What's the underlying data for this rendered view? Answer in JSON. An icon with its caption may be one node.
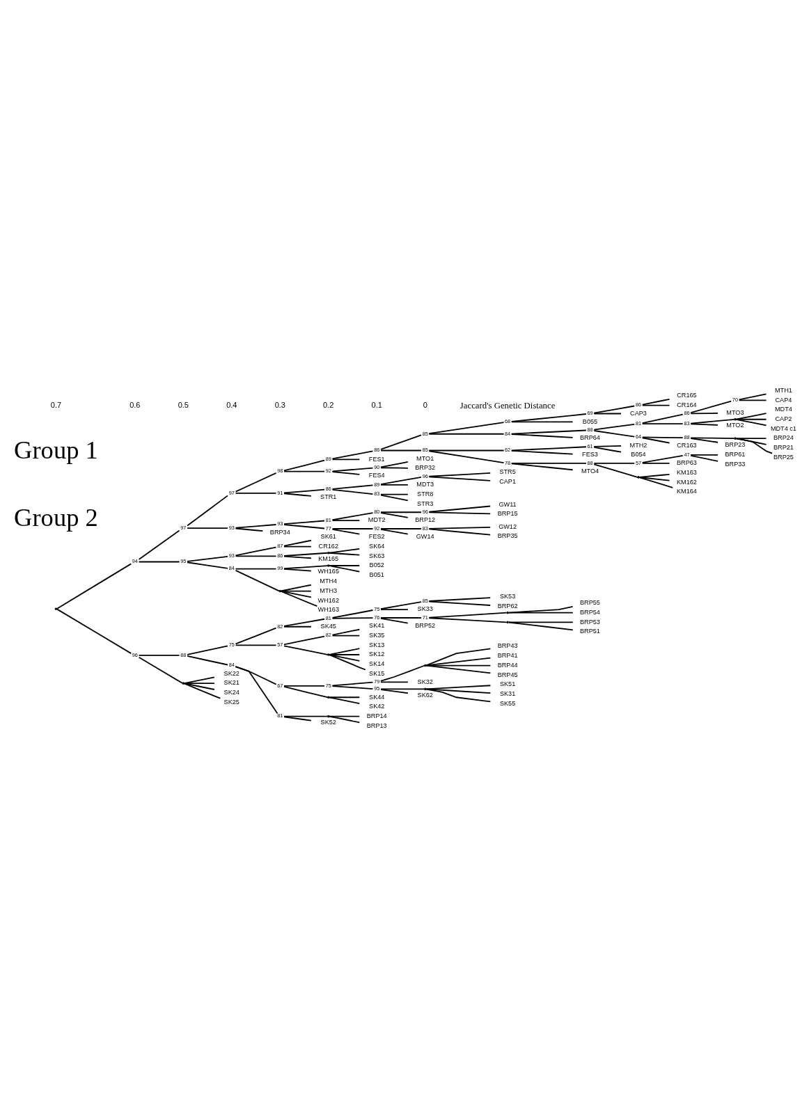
{
  "diagram": {
    "nodes": [
      {
        "text": [],
        "shape": "point"
      },
      {
        "text": [],
        "shape": "point",
        "beside": [
          "94"
        ]
      },
      {
        "text": [],
        "shape": "point",
        "beside": [
          "97"
        ]
      },
      {
        "text": [],
        "shape": "point",
        "beside": [
          "97"
        ]
      },
      {
        "text": [],
        "shape": "point",
        "beside": [
          "98"
        ]
      },
      {
        "text": [],
        "shape": "point",
        "beside": [
          "89"
        ]
      },
      {
        "text": [],
        "shape": "point",
        "beside": [
          "86"
        ]
      },
      {
        "text": [],
        "shape": "point",
        "beside": [
          "85"
        ]
      },
      {
        "text": [],
        "shape": "point",
        "beside": [
          "68"
        ]
      },
      {
        "text": [],
        "shape": "point",
        "beside": [
          "69"
        ]
      },
      {
        "text": [],
        "shape": "point",
        "beside": [
          "86"
        ]
      },
      {
        "text": [
          "CR165"
        ]
      },
      {
        "text": [
          "CR164"
        ]
      },
      {
        "text": [
          "CAP3"
        ]
      },
      {
        "text": [
          "B055"
        ]
      },
      {
        "text": [],
        "shape": "point",
        "beside": [
          "84"
        ]
      },
      {
        "text": [],
        "shape": "point",
        "beside": [
          "88"
        ]
      },
      {
        "text": [],
        "shape": "point",
        "beside": [
          "81"
        ]
      },
      {
        "text": [],
        "shape": "point",
        "beside": [
          "86"
        ]
      },
      {
        "text": [],
        "shape": "point",
        "beside": [
          "70"
        ]
      },
      {
        "text": [
          "MTH1"
        ]
      },
      {
        "text": [
          "CAP4"
        ]
      },
      {
        "text": [
          "MTO3"
        ]
      },
      {
        "text": [],
        "shape": "point",
        "beside": [
          "83"
        ]
      },
      {
        "text": [],
        "shape": "point"
      },
      {
        "text": [
          "MDT4"
        ]
      },
      {
        "text": [
          "CAP2"
        ]
      },
      {
        "text": [
          "MDT4 c1"
        ]
      },
      {
        "text": [
          "MTO2"
        ]
      },
      {
        "text": [],
        "shape": "point",
        "beside": [
          "64"
        ]
      },
      {
        "text": [],
        "shape": "point",
        "beside": [
          "88"
        ]
      },
      {
        "text": [],
        "shape": "point"
      },
      {
        "text": [
          "BRP24"
        ]
      },
      {
        "text": [
          "BRP21"
        ]
      },
      {
        "text": [
          "BRP25"
        ]
      },
      {
        "text": [
          "BRP23"
        ]
      },
      {
        "text": [
          "CR163"
        ]
      },
      {
        "text": [
          "BRP64"
        ]
      },
      {
        "text": [],
        "shape": "point",
        "beside": [
          "85"
        ]
      },
      {
        "text": [],
        "shape": "point",
        "beside": [
          "62"
        ]
      },
      {
        "text": [],
        "shape": "point",
        "beside": [
          "61"
        ]
      },
      {
        "text": [
          "MTH2"
        ]
      },
      {
        "text": [
          "B054"
        ]
      },
      {
        "text": [
          "FES3"
        ]
      },
      {
        "text": [],
        "shape": "point",
        "beside": [
          "78"
        ]
      },
      {
        "text": [],
        "shape": "point",
        "beside": [
          "88"
        ]
      },
      {
        "text": [],
        "shape": "point",
        "beside": [
          "57"
        ]
      },
      {
        "text": [],
        "shape": "point",
        "beside": [
          "47"
        ]
      },
      {
        "text": [
          "BRP61"
        ]
      },
      {
        "text": [
          "BRP33"
        ]
      },
      {
        "text": [
          "BRP63"
        ]
      },
      {
        "text": [],
        "shape": "point"
      },
      {
        "text": [
          "KM163"
        ]
      },
      {
        "text": [
          "KM162"
        ]
      },
      {
        "text": [
          "KM164"
        ]
      },
      {
        "text": [
          "MTO4"
        ]
      },
      {
        "text": [
          "FES1"
        ]
      },
      {
        "text": [],
        "shape": "point",
        "beside": [
          "92"
        ]
      },
      {
        "text": [],
        "shape": "point",
        "beside": [
          "90"
        ]
      },
      {
        "text": [
          "MTO1"
        ]
      },
      {
        "text": [
          "BRP32"
        ]
      },
      {
        "text": [
          "FES4"
        ]
      },
      {
        "text": [],
        "shape": "point",
        "beside": [
          "91"
        ]
      },
      {
        "text": [],
        "shape": "point",
        "beside": [
          "86"
        ]
      },
      {
        "text": [],
        "shape": "point",
        "beside": [
          "89"
        ]
      },
      {
        "text": [],
        "shape": "point",
        "beside": [
          "96"
        ]
      },
      {
        "text": [
          "STR5"
        ]
      },
      {
        "text": [
          "CAP1"
        ]
      },
      {
        "text": [
          "MDT3"
        ]
      },
      {
        "text": [],
        "shape": "point",
        "beside": [
          "83"
        ]
      },
      {
        "text": [
          "STR8"
        ]
      },
      {
        "text": [
          "STR3"
        ]
      },
      {
        "text": [
          "STR1"
        ]
      },
      {
        "text": [],
        "shape": "point",
        "beside": [
          "93"
        ]
      },
      {
        "text": [],
        "shape": "point",
        "beside": [
          "93"
        ]
      },
      {
        "text": [],
        "shape": "point",
        "beside": [
          "81"
        ]
      },
      {
        "text": [],
        "shape": "point",
        "beside": [
          "80"
        ]
      },
      {
        "text": [],
        "shape": "point",
        "beside": [
          "96"
        ]
      },
      {
        "text": [
          "GW11"
        ]
      },
      {
        "text": [
          "BRP15"
        ]
      },
      {
        "text": [
          "BRP12"
        ]
      },
      {
        "text": [
          "MDT2"
        ]
      },
      {
        "text": [],
        "shape": "point",
        "beside": [
          "77"
        ]
      },
      {
        "text": [],
        "shape": "point",
        "beside": [
          "92"
        ]
      },
      {
        "text": [],
        "shape": "point",
        "beside": [
          "83"
        ]
      },
      {
        "text": [
          "GW12"
        ]
      },
      {
        "text": [
          "BRP35"
        ]
      },
      {
        "text": [
          "GW14"
        ]
      },
      {
        "text": [
          "FES2"
        ]
      },
      {
        "text": [
          "BRP34"
        ]
      },
      {
        "text": [],
        "shape": "point",
        "beside": [
          "95"
        ]
      },
      {
        "text": [],
        "shape": "point",
        "beside": [
          "93"
        ]
      },
      {
        "text": [],
        "shape": "point",
        "beside": [
          "87"
        ]
      },
      {
        "text": [
          "SK61"
        ]
      },
      {
        "text": [
          "CR162"
        ]
      },
      {
        "text": [],
        "shape": "point",
        "beside": [
          "86"
        ]
      },
      {
        "text": [],
        "shape": "point"
      },
      {
        "text": [
          "SK64"
        ]
      },
      {
        "text": [
          "SK63"
        ]
      },
      {
        "text": [
          "KM165"
        ]
      },
      {
        "text": [],
        "shape": "point",
        "beside": [
          "84"
        ]
      },
      {
        "text": [],
        "shape": "point",
        "beside": [
          "99"
        ]
      },
      {
        "text": [],
        "shape": "point"
      },
      {
        "text": [
          "B052"
        ]
      },
      {
        "text": [
          "B051"
        ]
      },
      {
        "text": [
          "WH165"
        ]
      },
      {
        "text": [],
        "shape": "point"
      },
      {
        "text": [
          "MTH4"
        ]
      },
      {
        "text": [
          "MTH3"
        ]
      },
      {
        "text": [
          "WH162"
        ]
      },
      {
        "text": [
          "WH163"
        ]
      },
      {
        "text": [],
        "shape": "point",
        "beside": [
          "96"
        ]
      },
      {
        "text": [],
        "shape": "point",
        "beside": [
          "88"
        ]
      },
      {
        "text": [],
        "shape": "point",
        "beside": [
          "75"
        ]
      },
      {
        "text": [],
        "shape": "point",
        "beside": [
          "82"
        ]
      },
      {
        "text": [],
        "shape": "point",
        "beside": [
          "81"
        ]
      },
      {
        "text": [],
        "shape": "point",
        "beside": [
          "75"
        ]
      },
      {
        "text": [],
        "shape": "point",
        "beside": [
          "85"
        ]
      },
      {
        "text": [
          "SK53"
        ]
      },
      {
        "text": [
          "BRP62"
        ]
      },
      {
        "text": [
          "SK33"
        ]
      },
      {
        "text": [],
        "shape": "point",
        "beside": [
          "76"
        ]
      },
      {
        "text": [],
        "shape": "point",
        "beside": [
          "71"
        ]
      },
      {
        "text": [],
        "shape": "point"
      },
      {
        "text": [
          "BRP55"
        ]
      },
      {
        "text": [
          "BRP54"
        ]
      },
      {
        "text": [],
        "shape": "point"
      },
      {
        "text": [
          "BRP53"
        ]
      },
      {
        "text": [
          "BRP51"
        ]
      },
      {
        "text": [
          "BRP52"
        ]
      },
      {
        "text": [
          "SK45"
        ]
      },
      {
        "text": [],
        "shape": "point",
        "beside": [
          "57"
        ]
      },
      {
        "text": [],
        "shape": "point",
        "beside": [
          "82"
        ]
      },
      {
        "text": [
          "SK41"
        ]
      },
      {
        "text": [
          "SK35"
        ]
      },
      {
        "text": [],
        "shape": "point"
      },
      {
        "text": [
          "SK13"
        ]
      },
      {
        "text": [
          "SK12"
        ]
      },
      {
        "text": [
          "SK14"
        ]
      },
      {
        "text": [
          "SK15"
        ]
      },
      {
        "text": [],
        "shape": "point",
        "beside": [
          "84"
        ]
      },
      {
        "text": [],
        "shape": "point",
        "beside": [
          "67"
        ]
      },
      {
        "text": [],
        "shape": "point",
        "beside": [
          "75"
        ]
      },
      {
        "text": [],
        "shape": "point",
        "beside": [
          "79"
        ]
      },
      {
        "text": [],
        "shape": "point"
      },
      {
        "text": [
          "BRP43"
        ]
      },
      {
        "text": [
          "BRP41"
        ]
      },
      {
        "text": [
          "BRP44"
        ]
      },
      {
        "text": [
          "BRP45"
        ]
      },
      {
        "text": [
          "SK32"
        ]
      },
      {
        "text": [],
        "shape": "point",
        "beside": [
          "95"
        ]
      },
      {
        "text": [],
        "shape": "point"
      },
      {
        "text": [
          "SK51"
        ]
      },
      {
        "text": [
          "SK31"
        ]
      },
      {
        "text": [
          "SK55"
        ]
      },
      {
        "text": [
          "SK62"
        ]
      },
      {
        "text": [],
        "shape": "point"
      },
      {
        "text": [
          "SK44"
        ]
      },
      {
        "text": [
          "SK42"
        ]
      },
      {
        "text": [],
        "shape": "point",
        "beside": [
          "81"
        ]
      },
      {
        "text": [],
        "shape": "point"
      },
      {
        "text": [
          "BRP14"
        ]
      },
      {
        "text": [
          "BRP13"
        ]
      },
      {
        "text": [
          "SK52"
        ]
      },
      {
        "text": [],
        "shape": "point"
      },
      {
        "text": [
          "SK22"
        ]
      },
      {
        "text": [
          "SK21"
        ]
      },
      {
        "text": [
          "SK24"
        ]
      },
      {
        "text": [
          "SK25"
        ]
      }
    ],
    "edges": [
      {
        "from": 0,
        "to": 1,
        "arrow": "none"
      },
      {
        "from": 1,
        "to": 2,
        "arrow": "none"
      },
      {
        "from": 2,
        "to": 3,
        "arrow": "none"
      },
      {
        "from": 3,
        "to": 4,
        "arrow": "none"
      },
      {
        "from": 4,
        "to": 5,
        "arrow": "none"
      },
      {
        "from": 5,
        "to": 6,
        "arrow": "none"
      },
      {
        "from": 6,
        "to": 7,
        "arrow": "none"
      },
      {
        "from": 7,
        "to": 8,
        "arrow": "none"
      },
      {
        "from": 8,
        "to": 9,
        "arrow": "none"
      },
      {
        "from": 9,
        "to": 10,
        "arrow": "none"
      },
      {
        "from": 10,
        "to": 11,
        "arrow": "none"
      },
      {
        "from": 10,
        "to": 12,
        "arrow": "none"
      },
      {
        "from": 9,
        "to": 13,
        "arrow": "none"
      },
      {
        "from": 8,
        "to": 14,
        "arrow": "none"
      },
      {
        "from": 7,
        "to": 15,
        "arrow": "none"
      },
      {
        "from": 15,
        "to": 16,
        "arrow": "none"
      },
      {
        "from": 16,
        "to": 17,
        "arrow": "none"
      },
      {
        "from": 17,
        "to": 18,
        "arrow": "none"
      },
      {
        "from": 18,
        "to": 19,
        "arrow": "none"
      },
      {
        "from": 19,
        "to": 20,
        "arrow": "none"
      },
      {
        "from": 19,
        "to": 21,
        "arrow": "none"
      },
      {
        "from": 18,
        "to": 22,
        "arrow": "none"
      },
      {
        "from": 17,
        "to": 23,
        "arrow": "none"
      },
      {
        "from": 23,
        "to": 24,
        "arrow": "none"
      },
      {
        "from": 24,
        "to": 25,
        "arrow": "none"
      },
      {
        "from": 24,
        "to": 26,
        "arrow": "none"
      },
      {
        "from": 24,
        "to": 27,
        "arrow": "none"
      },
      {
        "from": 23,
        "to": 28,
        "arrow": "none"
      },
      {
        "from": 16,
        "to": 29,
        "arrow": "none"
      },
      {
        "from": 29,
        "to": 30,
        "arrow": "none"
      },
      {
        "from": 30,
        "to": 31,
        "arrow": "none"
      },
      {
        "from": 31,
        "to": 32,
        "arrow": "none"
      },
      {
        "from": 31,
        "to": 33,
        "arrow": "none"
      },
      {
        "from": 31,
        "to": 34,
        "arrow": "none"
      },
      {
        "from": 30,
        "to": 35,
        "arrow": "none"
      },
      {
        "from": 29,
        "to": 36,
        "arrow": "none"
      },
      {
        "from": 15,
        "to": 37,
        "arrow": "none"
      },
      {
        "from": 6,
        "to": 38,
        "arrow": "none"
      },
      {
        "from": 38,
        "to": 39,
        "arrow": "none"
      },
      {
        "from": 39,
        "to": 40,
        "arrow": "none"
      },
      {
        "from": 40,
        "to": 41,
        "arrow": "none"
      },
      {
        "from": 40,
        "to": 42,
        "arrow": "none"
      },
      {
        "from": 39,
        "to": 43,
        "arrow": "none"
      },
      {
        "from": 38,
        "to": 44,
        "arrow": "none"
      },
      {
        "from": 44,
        "to": 45,
        "arrow": "none"
      },
      {
        "from": 45,
        "to": 46,
        "arrow": "none"
      },
      {
        "from": 46,
        "to": 47,
        "arrow": "none"
      },
      {
        "from": 47,
        "to": 48,
        "arrow": "none"
      },
      {
        "from": 47,
        "to": 49,
        "arrow": "none"
      },
      {
        "from": 46,
        "to": 50,
        "arrow": "none"
      },
      {
        "from": 45,
        "to": 51,
        "arrow": "none"
      },
      {
        "from": 51,
        "to": 52,
        "arrow": "none"
      },
      {
        "from": 51,
        "to": 53,
        "arrow": "none"
      },
      {
        "from": 51,
        "to": 54,
        "arrow": "none"
      },
      {
        "from": 44,
        "to": 55,
        "arrow": "none"
      },
      {
        "from": 5,
        "to": 56,
        "arrow": "none"
      },
      {
        "from": 4,
        "to": 57,
        "arrow": "none"
      },
      {
        "from": 57,
        "to": 58,
        "arrow": "none"
      },
      {
        "from": 58,
        "to": 59,
        "arrow": "none"
      },
      {
        "from": 58,
        "to": 60,
        "arrow": "none"
      },
      {
        "from": 57,
        "to": 61,
        "arrow": "none"
      },
      {
        "from": 3,
        "to": 62,
        "arrow": "none"
      },
      {
        "from": 62,
        "to": 63,
        "arrow": "none"
      },
      {
        "from": 63,
        "to": 64,
        "arrow": "none"
      },
      {
        "from": 64,
        "to": 65,
        "arrow": "none"
      },
      {
        "from": 65,
        "to": 66,
        "arrow": "none"
      },
      {
        "from": 65,
        "to": 67,
        "arrow": "none"
      },
      {
        "from": 64,
        "to": 68,
        "arrow": "none"
      },
      {
        "from": 63,
        "to": 69,
        "arrow": "none"
      },
      {
        "from": 69,
        "to": 70,
        "arrow": "none"
      },
      {
        "from": 69,
        "to": 71,
        "arrow": "none"
      },
      {
        "from": 62,
        "to": 72,
        "arrow": "none"
      },
      {
        "from": 2,
        "to": 73,
        "arrow": "none"
      },
      {
        "from": 73,
        "to": 74,
        "arrow": "none"
      },
      {
        "from": 74,
        "to": 75,
        "arrow": "none"
      },
      {
        "from": 75,
        "to": 76,
        "arrow": "none"
      },
      {
        "from": 76,
        "to": 77,
        "arrow": "none"
      },
      {
        "from": 77,
        "to": 78,
        "arrow": "none"
      },
      {
        "from": 77,
        "to": 79,
        "arrow": "none"
      },
      {
        "from": 76,
        "to": 80,
        "arrow": "none"
      },
      {
        "from": 75,
        "to": 81,
        "arrow": "none"
      },
      {
        "from": 74,
        "to": 82,
        "arrow": "none"
      },
      {
        "from": 82,
        "to": 83,
        "arrow": "none"
      },
      {
        "from": 83,
        "to": 84,
        "arrow": "none"
      },
      {
        "from": 84,
        "to": 85,
        "arrow": "none"
      },
      {
        "from": 84,
        "to": 86,
        "arrow": "none"
      },
      {
        "from": 83,
        "to": 87,
        "arrow": "none"
      },
      {
        "from": 82,
        "to": 88,
        "arrow": "none"
      },
      {
        "from": 73,
        "to": 89,
        "arrow": "none"
      },
      {
        "from": 1,
        "to": 90,
        "arrow": "none"
      },
      {
        "from": 90,
        "to": 91,
        "arrow": "none"
      },
      {
        "from": 91,
        "to": 92,
        "arrow": "none"
      },
      {
        "from": 92,
        "to": 93,
        "arrow": "none"
      },
      {
        "from": 92,
        "to": 94,
        "arrow": "none"
      },
      {
        "from": 91,
        "to": 95,
        "arrow": "none"
      },
      {
        "from": 95,
        "to": 96,
        "arrow": "none"
      },
      {
        "from": 96,
        "to": 97,
        "arrow": "none"
      },
      {
        "from": 96,
        "to": 98,
        "arrow": "none"
      },
      {
        "from": 95,
        "to": 99,
        "arrow": "none"
      },
      {
        "from": 90,
        "to": 100,
        "arrow": "none"
      },
      {
        "from": 100,
        "to": 101,
        "arrow": "none"
      },
      {
        "from": 101,
        "to": 102,
        "arrow": "none"
      },
      {
        "from": 102,
        "to": 103,
        "arrow": "none"
      },
      {
        "from": 102,
        "to": 104,
        "arrow": "none"
      },
      {
        "from": 101,
        "to": 105,
        "arrow": "none"
      },
      {
        "from": 100,
        "to": 106,
        "arrow": "none"
      },
      {
        "from": 106,
        "to": 107,
        "arrow": "none"
      },
      {
        "from": 106,
        "to": 108,
        "arrow": "none"
      },
      {
        "from": 106,
        "to": 109,
        "arrow": "none"
      },
      {
        "from": 106,
        "to": 110,
        "arrow": "none"
      },
      {
        "from": 0,
        "to": 111,
        "arrow": "none"
      },
      {
        "from": 111,
        "to": 112,
        "arrow": "none"
      },
      {
        "from": 112,
        "to": 113,
        "arrow": "none"
      },
      {
        "from": 113,
        "to": 114,
        "arrow": "none"
      },
      {
        "from": 114,
        "to": 115,
        "arrow": "none"
      },
      {
        "from": 115,
        "to": 116,
        "arrow": "none"
      },
      {
        "from": 116,
        "to": 117,
        "arrow": "none"
      },
      {
        "from": 117,
        "to": 118,
        "arrow": "none"
      },
      {
        "from": 117,
        "to": 119,
        "arrow": "none"
      },
      {
        "from": 116,
        "to": 120,
        "arrow": "none"
      },
      {
        "from": 115,
        "to": 121,
        "arrow": "none"
      },
      {
        "from": 121,
        "to": 122,
        "arrow": "none"
      },
      {
        "from": 122,
        "to": 123,
        "arrow": "none"
      },
      {
        "from": 123,
        "to": 124,
        "arrow": "none"
      },
      {
        "from": 123,
        "to": 125,
        "arrow": "none"
      },
      {
        "from": 122,
        "to": 126,
        "arrow": "none"
      },
      {
        "from": 126,
        "to": 127,
        "arrow": "none"
      },
      {
        "from": 126,
        "to": 128,
        "arrow": "none"
      },
      {
        "from": 121,
        "to": 129,
        "arrow": "none"
      },
      {
        "from": 114,
        "to": 130,
        "arrow": "none"
      },
      {
        "from": 113,
        "to": 131,
        "arrow": "none"
      },
      {
        "from": 131,
        "to": 132,
        "arrow": "none"
      },
      {
        "from": 132,
        "to": 133,
        "arrow": "none"
      },
      {
        "from": 132,
        "to": 134,
        "arrow": "none"
      },
      {
        "from": 131,
        "to": 135,
        "arrow": "none"
      },
      {
        "from": 135,
        "to": 136,
        "arrow": "none"
      },
      {
        "from": 135,
        "to": 137,
        "arrow": "none"
      },
      {
        "from": 135,
        "to": 138,
        "arrow": "none"
      },
      {
        "from": 135,
        "to": 139,
        "arrow": "none"
      },
      {
        "from": 112,
        "to": 140,
        "arrow": "none"
      },
      {
        "from": 140,
        "to": 141,
        "arrow": "none"
      },
      {
        "from": 141,
        "to": 142,
        "arrow": "none"
      },
      {
        "from": 142,
        "to": 143,
        "arrow": "none"
      },
      {
        "from": 143,
        "to": 144,
        "arrow": "none"
      },
      {
        "from": 144,
        "to": 145,
        "arrow": "none"
      },
      {
        "from": 144,
        "to": 146,
        "arrow": "none"
      },
      {
        "from": 144,
        "to": 147,
        "arrow": "none"
      },
      {
        "from": 144,
        "to": 148,
        "arrow": "none"
      },
      {
        "from": 143,
        "to": 149,
        "arrow": "none"
      },
      {
        "from": 142,
        "to": 150,
        "arrow": "none"
      },
      {
        "from": 150,
        "to": 151,
        "arrow": "none"
      },
      {
        "from": 151,
        "to": 152,
        "arrow": "none"
      },
      {
        "from": 151,
        "to": 153,
        "arrow": "none"
      },
      {
        "from": 151,
        "to": 154,
        "arrow": "none"
      },
      {
        "from": 150,
        "to": 155,
        "arrow": "none"
      },
      {
        "from": 141,
        "to": 156,
        "arrow": "none"
      },
      {
        "from": 156,
        "to": 157,
        "arrow": "none"
      },
      {
        "from": 156,
        "to": 158,
        "arrow": "none"
      },
      {
        "from": 140,
        "to": 159,
        "arrow": "none"
      },
      {
        "from": 159,
        "to": 160,
        "arrow": "none"
      },
      {
        "from": 160,
        "to": 161,
        "arrow": "none"
      },
      {
        "from": 160,
        "to": 162,
        "arrow": "none"
      },
      {
        "from": 159,
        "to": 163,
        "arrow": "none"
      },
      {
        "from": 111,
        "to": 164,
        "arrow": "none"
      },
      {
        "from": 164,
        "to": 165,
        "arrow": "none"
      },
      {
        "from": 164,
        "to": 166,
        "arrow": "none"
      },
      {
        "from": 164,
        "to": 167,
        "arrow": "none"
      },
      {
        "from": 164,
        "to": 168,
        "arrow": "none"
      }
    ],
    "labels": [
      "Group 2",
      "Group 1",
      "0.7",
      "0.6",
      "0.5",
      "0.4",
      "0.3",
      "0.2",
      "0.1",
      "0",
      "Jaccard's Genetic Distance"
    ]
  }
}
